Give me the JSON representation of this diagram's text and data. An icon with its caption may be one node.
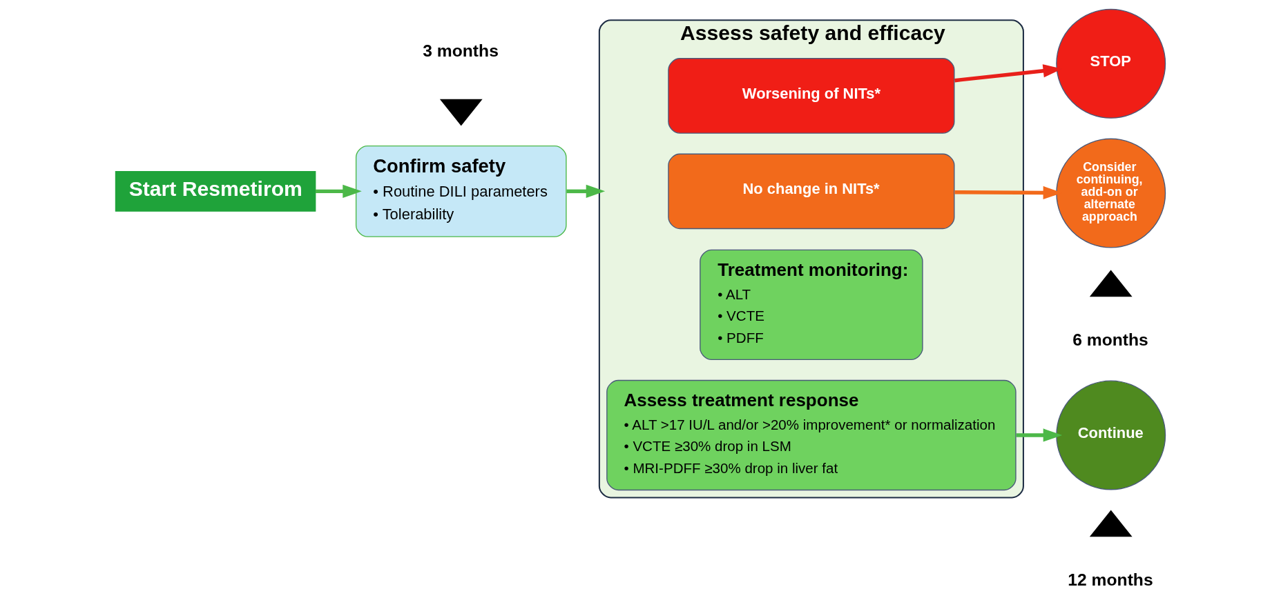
{
  "diagram": {
    "nodes": [
      {
        "text": [
          "Start Resmetirom"
        ]
      },
      {
        "text": [
          "Confirm safety",
          "• Routine DILI parameters",
          "• Tolerability"
        ]
      },
      {
        "text": [
          "Assess safety and efficacy"
        ]
      },
      {
        "text": [
          "Worsening of NITs*"
        ],
        "in": 2
      },
      {
        "text": [
          "No change in NITs*"
        ],
        "in": 2
      },
      {
        "text": [
          "Treatment monitoring:",
          "• ALT",
          "• VCTE",
          "• PDFF"
        ],
        "in": 2
      },
      {
        "text": [
          "Assess treatment response",
          "• ALT >17 IU/L and/or >20% improvement* or normalization",
          "• VCTE ≥30% drop in LSM",
          "• MRI-PDFF ≥30% drop in liver fat"
        ],
        "in": 2
      },
      {
        "text": [
          "STOP"
        ]
      },
      {
        "text": [
          "Consider continuing, add-on or alternate approach"
        ]
      },
      {
        "text": [
          "Continue"
        ]
      },
      {
        "text": [],
        "shape": "triangle",
        "beside": [
          "3 months"
        ]
      },
      {
        "text": [],
        "shape": "triangle",
        "beside": [
          "6 months"
        ]
      },
      {
        "text": [],
        "shape": "triangle",
        "beside": [
          "12 months"
        ]
      }
    ],
    "edges": [
      {
        "from": 0,
        "to": 1,
        "arrow": "to"
      },
      {
        "from": 1,
        "to": 2,
        "arrow": "to"
      },
      {
        "from": 3,
        "to": 7,
        "arrow": "to",
        "color": "#e8201a"
      },
      {
        "from": 4,
        "to": 8,
        "arrow": "to",
        "color": "#f26a1b"
      },
      {
        "from": 6,
        "to": 9,
        "arrow": "to"
      }
    ]
  }
}
